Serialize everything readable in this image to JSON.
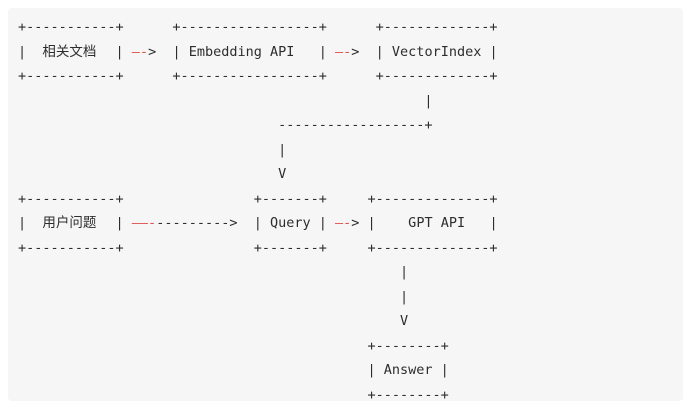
{
  "diagram": {
    "kind": "ascii-flowchart",
    "colors": {
      "page_bg": "#ffffff",
      "block_bg": "#f6f6f6",
      "ink": "#2d2d2d",
      "arrow_red": "#e0524b"
    },
    "nodes": [
      "相关文档",
      "Embedding API",
      "VectorIndex",
      "用户问题",
      "Query",
      "GPT API",
      "Answer"
    ],
    "edges": [
      "相关文档 -> Embedding API",
      "Embedding API -> VectorIndex",
      "VectorIndex -> Query",
      "用户问题 -> Query",
      "Query -> GPT API",
      "GPT API -> Answer"
    ],
    "lines": [
      [
        {
          "t": "+-----------+      +-----------------+      +-------------+"
        }
      ],
      [
        {
          "t": "|  "
        },
        {
          "t": "相关文档",
          "w": 8
        },
        {
          "t": " | "
        },
        {
          "t": "—-",
          "c": "red"
        },
        {
          "t": ">  "
        },
        {
          "t": "| Embedding API   | "
        },
        {
          "t": "—-",
          "c": "red"
        },
        {
          "t": ">  "
        },
        {
          "t": "| VectorIndex |"
        }
      ],
      [
        {
          "t": "+-----------+      +-----------------+      +-------------+"
        }
      ],
      [
        {
          "t": "                                                  |"
        }
      ],
      [
        {
          "t": "                                ------------------+"
        }
      ],
      [
        {
          "t": "                                |"
        }
      ],
      [
        {
          "t": "                                V"
        }
      ],
      [
        {
          "t": "+-----------+                +-------+     +--------------+"
        }
      ],
      [
        {
          "t": "|  "
        },
        {
          "t": "用户问题",
          "w": 8
        },
        {
          "t": " | "
        },
        {
          "t": "——-",
          "c": "red"
        },
        {
          "t": "--------->  "
        },
        {
          "t": "| Query | "
        },
        {
          "t": "—-",
          "c": "red"
        },
        {
          "t": "> "
        },
        {
          "t": "|    GPT API   |"
        }
      ],
      [
        {
          "t": "+-----------+                +-------+     +--------------+"
        }
      ],
      [
        {
          "t": "                                               |"
        }
      ],
      [
        {
          "t": "                                               |"
        }
      ],
      [
        {
          "t": "                                               V"
        }
      ],
      [
        {
          "t": "                                           +--------+"
        }
      ],
      [
        {
          "t": "                                           | Answer |"
        }
      ],
      [
        {
          "t": "                                           +--------+"
        }
      ]
    ]
  }
}
